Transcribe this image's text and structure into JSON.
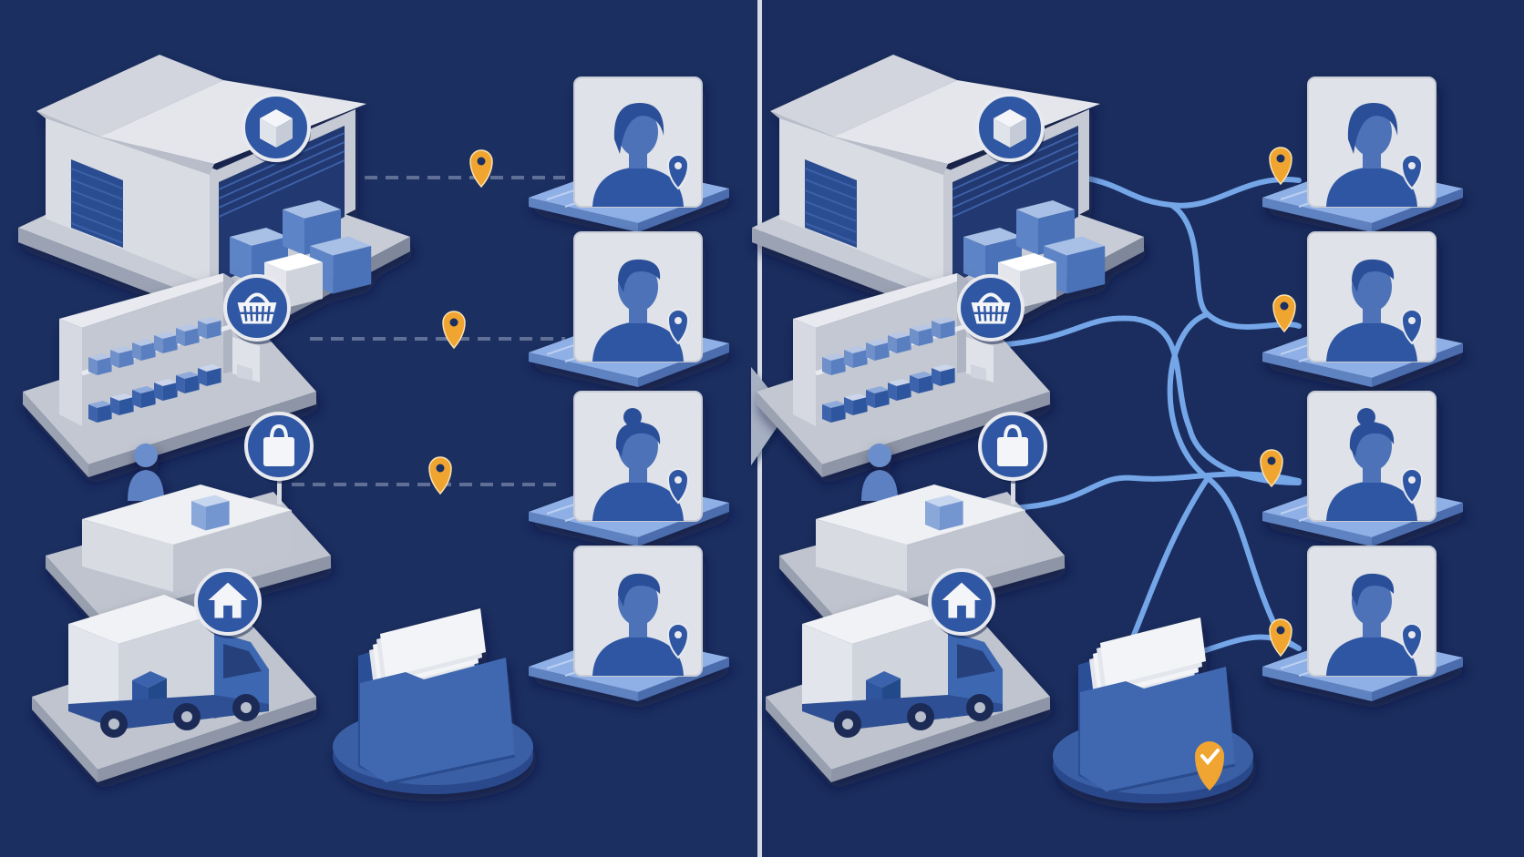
{
  "colors": {
    "background": "#1b2f61",
    "background_shadow": "#142450",
    "divider": "#d6dbe6",
    "paper_light": "#e8eaef",
    "paper_mid": "#c9ced8",
    "paper_dark": "#aab1bf",
    "accent_blue": "#3f69b3",
    "box_blue": "#7fa0d6",
    "route_blue": "#74a6e8",
    "dashed_line": "#5f6f95",
    "marker_orange": "#f0a531"
  },
  "panels": [
    {
      "id": "disconnected",
      "connection_style": "dashed",
      "sources": [
        {
          "id": "warehouse",
          "badge_icon": "package-icon"
        },
        {
          "id": "store-shelf",
          "badge_icon": "shopping-basket-icon"
        },
        {
          "id": "counter",
          "badge_icon": "shopping-bag-icon"
        },
        {
          "id": "delivery-truck",
          "badge_icon": "home-icon"
        }
      ],
      "customers": [
        {
          "id": "customer-1",
          "avatar": "woman-short-hair-icon"
        },
        {
          "id": "customer-2",
          "avatar": "man-icon"
        },
        {
          "id": "customer-3",
          "avatar": "woman-bun-icon"
        },
        {
          "id": "customer-4",
          "avatar": "man-icon"
        }
      ],
      "archive": {
        "icon": "folder-icon",
        "verified": false
      }
    },
    {
      "id": "connected",
      "connection_style": "routed",
      "sources": [
        {
          "id": "warehouse",
          "badge_icon": "package-icon"
        },
        {
          "id": "store-shelf",
          "badge_icon": "shopping-basket-icon"
        },
        {
          "id": "counter",
          "badge_icon": "shopping-bag-icon"
        },
        {
          "id": "delivery-truck",
          "badge_icon": "home-icon"
        }
      ],
      "customers": [
        {
          "id": "customer-1",
          "avatar": "woman-short-hair-icon"
        },
        {
          "id": "customer-2",
          "avatar": "man-icon"
        },
        {
          "id": "customer-3",
          "avatar": "woman-bun-icon"
        },
        {
          "id": "customer-4",
          "avatar": "man-icon"
        }
      ],
      "archive": {
        "icon": "folder-icon",
        "verified": true
      }
    }
  ],
  "transition_icon": "arrow-right-icon"
}
